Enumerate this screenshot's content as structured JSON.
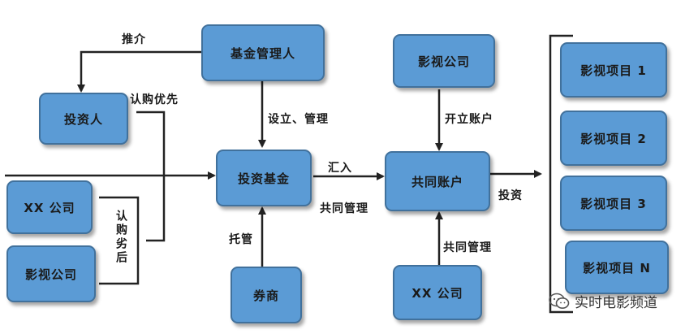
{
  "nodes": {
    "fund_manager": "基金管理人",
    "investor": "投资人",
    "xx_company_left": "XX 公司",
    "film_company_left": "影视公司",
    "investment_fund": "投资基金",
    "broker": "券商",
    "film_company_top": "影视公司",
    "joint_account": "共同账户",
    "xx_company_bottom": "XX 公司",
    "projects": [
      "影视项目 1",
      "影视项目 2",
      "影视项目 3",
      "影视项目 N"
    ]
  },
  "edges": {
    "recommend": "推介",
    "subscribe_priority": "认购优先",
    "subscribe_inferior": "认购劣后",
    "setup_manage": "设立、管理",
    "custody": "托管",
    "remit": "汇入",
    "joint_manage_fund": "共同管理",
    "open_account": "开立账户",
    "joint_manage_xx": "共同管理",
    "invest": "投资"
  },
  "watermark": {
    "text": "实时电影频道",
    "icon": "wechat-icon"
  },
  "colors": {
    "box_fill": "#5b9bd5",
    "box_border": "#41719c",
    "line": "#222222"
  }
}
